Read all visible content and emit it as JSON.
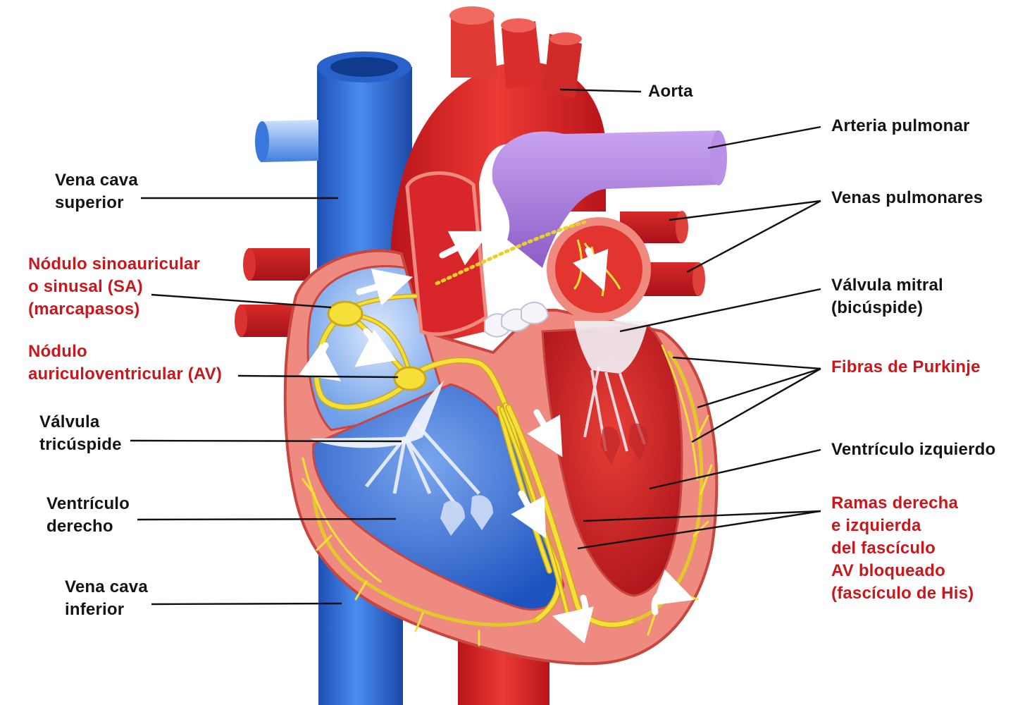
{
  "colors": {
    "background": "#ffffff",
    "label_black": "#141414",
    "label_red": "#c8181c",
    "oxygenated_red": "#e0282a",
    "deoxygenated_blue": "#2f6fd8",
    "pulmonary_purple": "#a77ad8",
    "myocardium_pink": "#ef8a80",
    "conduction_yellow": "#f5e03a",
    "valve_white": "#eef2fb"
  },
  "labels": {
    "vena_cava_superior": [
      "Vena cava",
      "superior"
    ],
    "sa_node": [
      "Nódulo sinoauricular",
      "o sinusal (SA)",
      "(marcapasos)"
    ],
    "av_node": [
      "Nódulo",
      "auriculoventricular (AV)"
    ],
    "tricuspid_valve": [
      "Válvula",
      "tricúspide"
    ],
    "right_ventricle": [
      "Ventrículo",
      "derecho"
    ],
    "vena_cava_inferior": [
      "Vena cava",
      "inferior"
    ],
    "aorta": [
      "Aorta"
    ],
    "pulmonary_artery": [
      "Arteria pulmonar"
    ],
    "pulmonary_veins": [
      "Venas pulmonares"
    ],
    "mitral_valve": [
      "Válvula mitral",
      "(bicúspide)"
    ],
    "purkinje_fibers": [
      "Fibras de Purkinje"
    ],
    "left_ventricle": [
      "Ventrículo izquierdo"
    ],
    "bundle_branches": [
      "Ramas derecha",
      "e izquierda",
      "del fascículo",
      "AV bloqueado",
      "(fascículo de His)"
    ]
  },
  "icons": [
    "flow-arrow-icon",
    "curved-flow-arrow-icon"
  ]
}
